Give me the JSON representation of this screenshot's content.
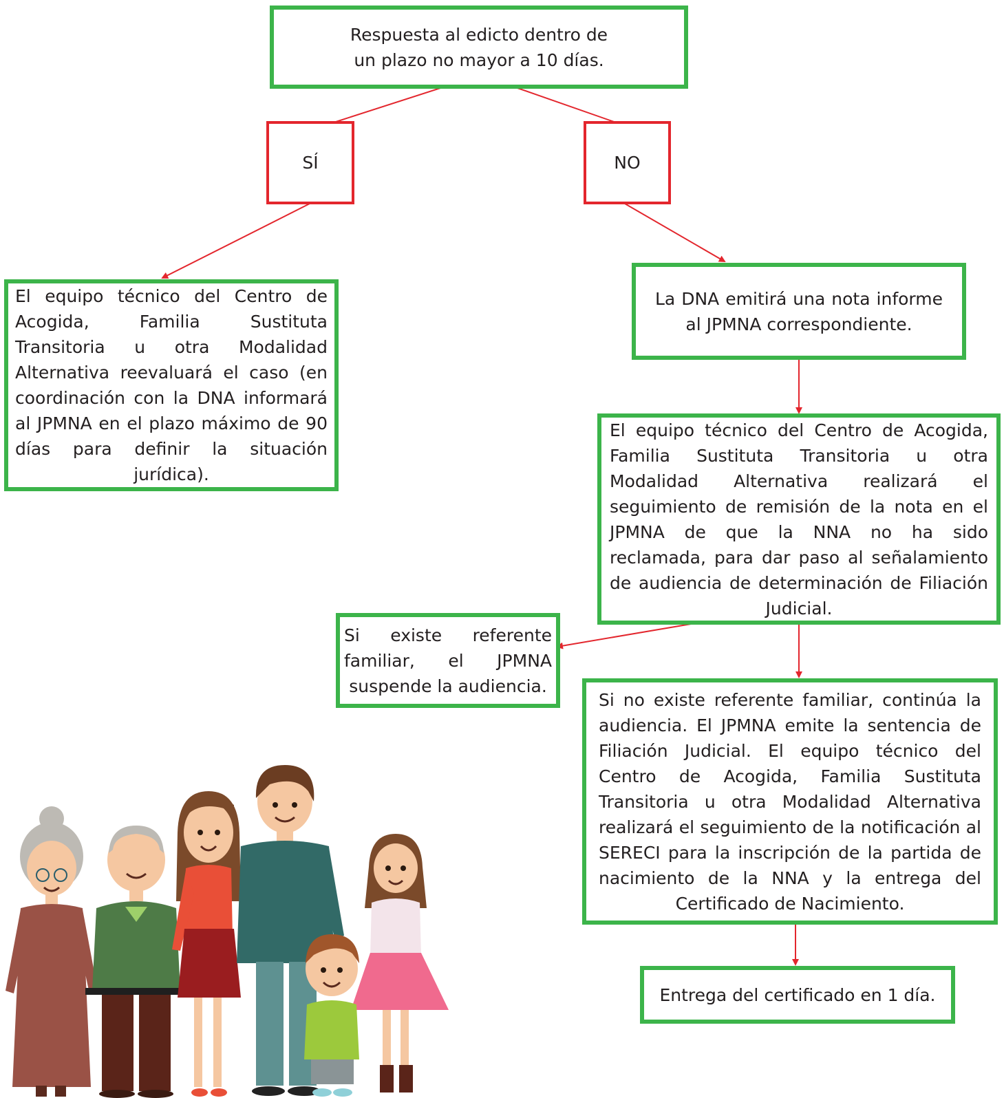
{
  "colors": {
    "box_border": "#3cb44a",
    "decision_border": "#e3262d",
    "arrow": "#e3262d"
  },
  "flow": {
    "start": "Respuesta al edicto dentro de un plazo no mayor a 10 días.",
    "yes_label": "SÍ",
    "no_label": "NO",
    "yes_result": "El equipo técnico del Centro de Acogida, Familia Sustituta Transitoria u otra Modalidad Alternativa reevaluará el caso (en coordinación con la DNA informará al JPMNA en el plazo máximo de 90 días para definir la situación jurídica).",
    "no_result": "La DNA emitirá una nota informe al JPMNA correspondiente.",
    "followup": "El equipo técnico del Centro de Acogida, Familia Sustituta Transitoria u otra Modalidad Alternativa realizará el seguimiento de remisión de la nota en el JPMNA de que la NNA no ha sido reclamada, para dar paso al señalamiento de audiencia de determinación de Filiación Judicial.",
    "referent_exists": "Si existe referente familiar, el JPMNA suspende la audiencia.",
    "no_referent": "Si no existe referente familiar, continúa la audiencia. El JPMNA emite la sentencia de Filiación Judicial. El equipo técnico del Centro de Acogida, Familia Sustituta Transitoria u otra Modalidad Alternativa realizará el seguimiento de la notificación al SERECI para la inscripción de la partida de nacimiento de la NNA y la entrega del Certificado de Nacimiento.",
    "delivery": "Entrega del certificado en 1 día."
  },
  "illustration": {
    "icon": "family-illustration-icon"
  }
}
